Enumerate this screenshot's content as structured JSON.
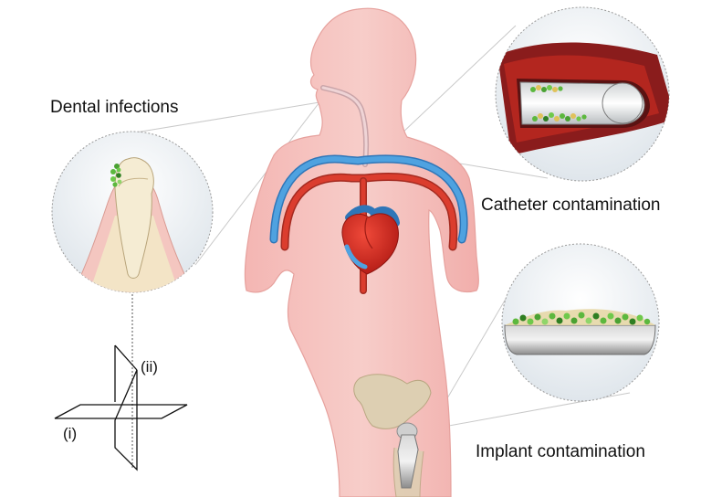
{
  "labels": {
    "dental": "Dental infections",
    "catheter": "Catheter contamination",
    "implant": "Implant contamination",
    "plane_i": "(i)",
    "plane_ii": "(ii)"
  },
  "colors": {
    "skin": "#f6c3bf",
    "skin_edge": "#e9a8a4",
    "artery": "#d33a2c",
    "vein": "#3f8fd4",
    "heart": "#d8261e",
    "bone": "#d9c7a5",
    "biofilm_green": "#58b33c",
    "vessel_wall": "#8a1c1c",
    "implant_metal": "#9a9a9a",
    "callout_bg": "#e9eef3"
  },
  "icons": [
    "human-silhouette",
    "heart-icon",
    "hip-implant-icon",
    "tooth-icon",
    "catheter-icon",
    "implant-surface-icon",
    "intersecting-planes-icon"
  ]
}
